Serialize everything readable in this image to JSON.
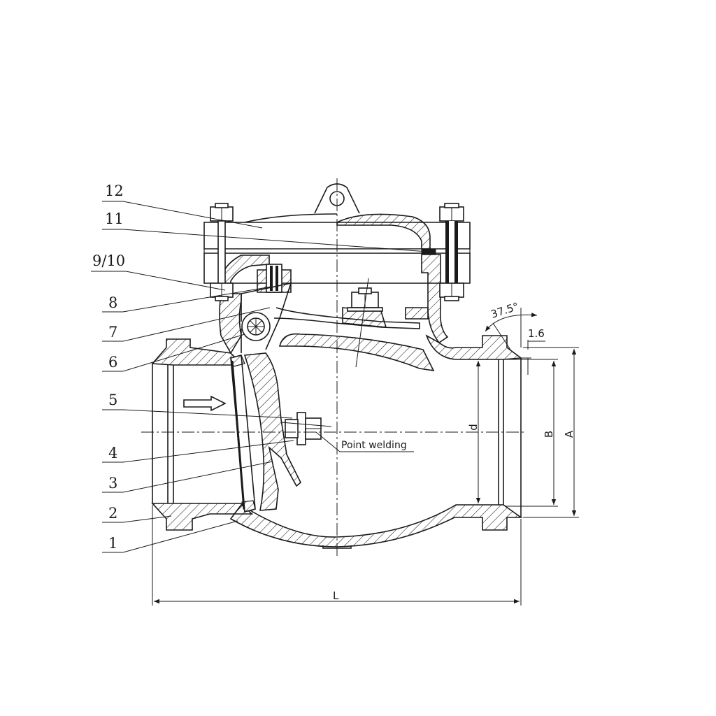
{
  "labels": [
    {
      "id": "label-12",
      "text": "12"
    },
    {
      "id": "label-11",
      "text": "11"
    },
    {
      "id": "label-9-10",
      "text": "9/10"
    },
    {
      "id": "label-8",
      "text": "8"
    },
    {
      "id": "label-7",
      "text": "7"
    },
    {
      "id": "label-6",
      "text": "6"
    },
    {
      "id": "label-5",
      "text": "5"
    },
    {
      "id": "label-4",
      "text": "4"
    },
    {
      "id": "label-3",
      "text": "3"
    },
    {
      "id": "label-2",
      "text": "2"
    },
    {
      "id": "label-1",
      "text": "1"
    }
  ],
  "annotations": {
    "point_welding": "Point welding",
    "angle": "37.5°",
    "gap": "1.6"
  },
  "dimensions": {
    "length": "L",
    "inner_diameter": "d",
    "seat_diameter": "B",
    "outer_diameter": "A"
  },
  "colors": {
    "line": "#1a1a1a",
    "background": "#ffffff"
  }
}
